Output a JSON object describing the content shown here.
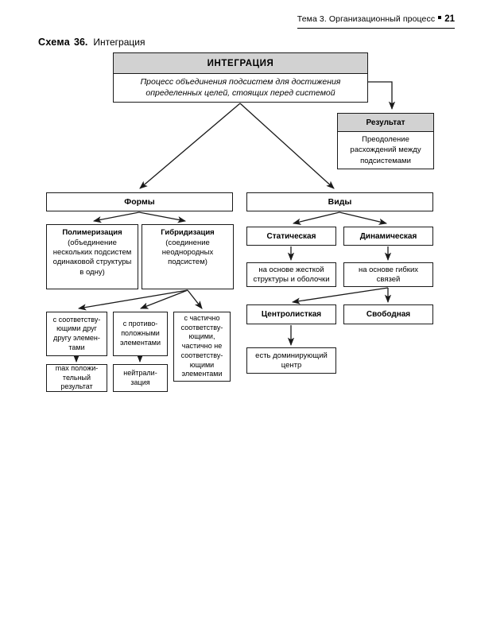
{
  "page": {
    "running_head": {
      "text": "Тема 3. Организационный процесс",
      "bullet": "square-bullet",
      "page_number": "21"
    },
    "caption": {
      "label": "Схема",
      "number": "36.",
      "title": "Интеграция"
    }
  },
  "diagram": {
    "title": "Интеграция",
    "nodes": {
      "integration": {
        "header": "ИНТЕГРАЦИЯ",
        "body": "Процесс объединения подсистем для достижения определенных целей, стоящих перед системой"
      },
      "result": {
        "header": "Результат",
        "body": "Преодоление расхождений между подсистемами"
      },
      "forms": {
        "label": "Формы"
      },
      "kinds": {
        "label": "Виды"
      },
      "polymerization": {
        "term": "Полимеризация",
        "definition": "(объединение нескольких подсистем одинаковой структуры в одну)"
      },
      "hybridization": {
        "term": "Гибридизация",
        "definition": "(соединение неоднородных подсистем)"
      },
      "match": {
        "label": "с соответству­ющими друг другу элемен­тами"
      },
      "opposite": {
        "label": "с противо­положными элементами"
      },
      "partial": {
        "label": "с частично соответству­ющими, частично не соответству­ющими элементами"
      },
      "max_result": {
        "label": "max положи­тельный результат"
      },
      "neutralization": {
        "label": "нейтрали­зация"
      },
      "static": {
        "label": "Статическая"
      },
      "dynamic": {
        "label": "Динамическая"
      },
      "rigid_basis": {
        "label": "на основе жесткой структуры и оболочки"
      },
      "flexible_basis": {
        "label": "на основе гибких связей"
      },
      "centrolist": {
        "label": "Центролисткая"
      },
      "free": {
        "label": "Свободная"
      },
      "dominant_center": {
        "label": "есть доминирующий центр"
      }
    },
    "colors": {
      "header_fill": "#d2d2d2",
      "stroke": "#1a1a1a",
      "background": "#ffffff"
    },
    "edges": [
      {
        "from": "integration",
        "to": "result",
        "style": "orthogonal-right-down"
      },
      {
        "from": "integration",
        "to": "forms",
        "style": "diagonal"
      },
      {
        "from": "integration",
        "to": "kinds",
        "style": "diagonal"
      },
      {
        "from": "forms",
        "to": "polymerization",
        "style": "diagonal"
      },
      {
        "from": "forms",
        "to": "hybridization",
        "style": "diagonal"
      },
      {
        "from": "hybridization",
        "to": "match",
        "style": "diagonal"
      },
      {
        "from": "hybridization",
        "to": "opposite",
        "style": "diagonal"
      },
      {
        "from": "hybridization",
        "to": "partial",
        "style": "diagonal"
      },
      {
        "from": "match",
        "to": "max_result",
        "style": "vertical"
      },
      {
        "from": "opposite",
        "to": "neutralization",
        "style": "vertical"
      },
      {
        "from": "kinds",
        "to": "static",
        "style": "diagonal"
      },
      {
        "from": "kinds",
        "to": "dynamic",
        "style": "diagonal"
      },
      {
        "from": "static",
        "to": "rigid_basis",
        "style": "vertical"
      },
      {
        "from": "dynamic",
        "to": "flexible_basis",
        "style": "vertical"
      },
      {
        "from": "flexible_basis",
        "to": "centrolist",
        "style": "diagonal"
      },
      {
        "from": "flexible_basis",
        "to": "free",
        "style": "vertical"
      },
      {
        "from": "centrolist",
        "to": "dominant_center",
        "style": "vertical"
      }
    ]
  }
}
